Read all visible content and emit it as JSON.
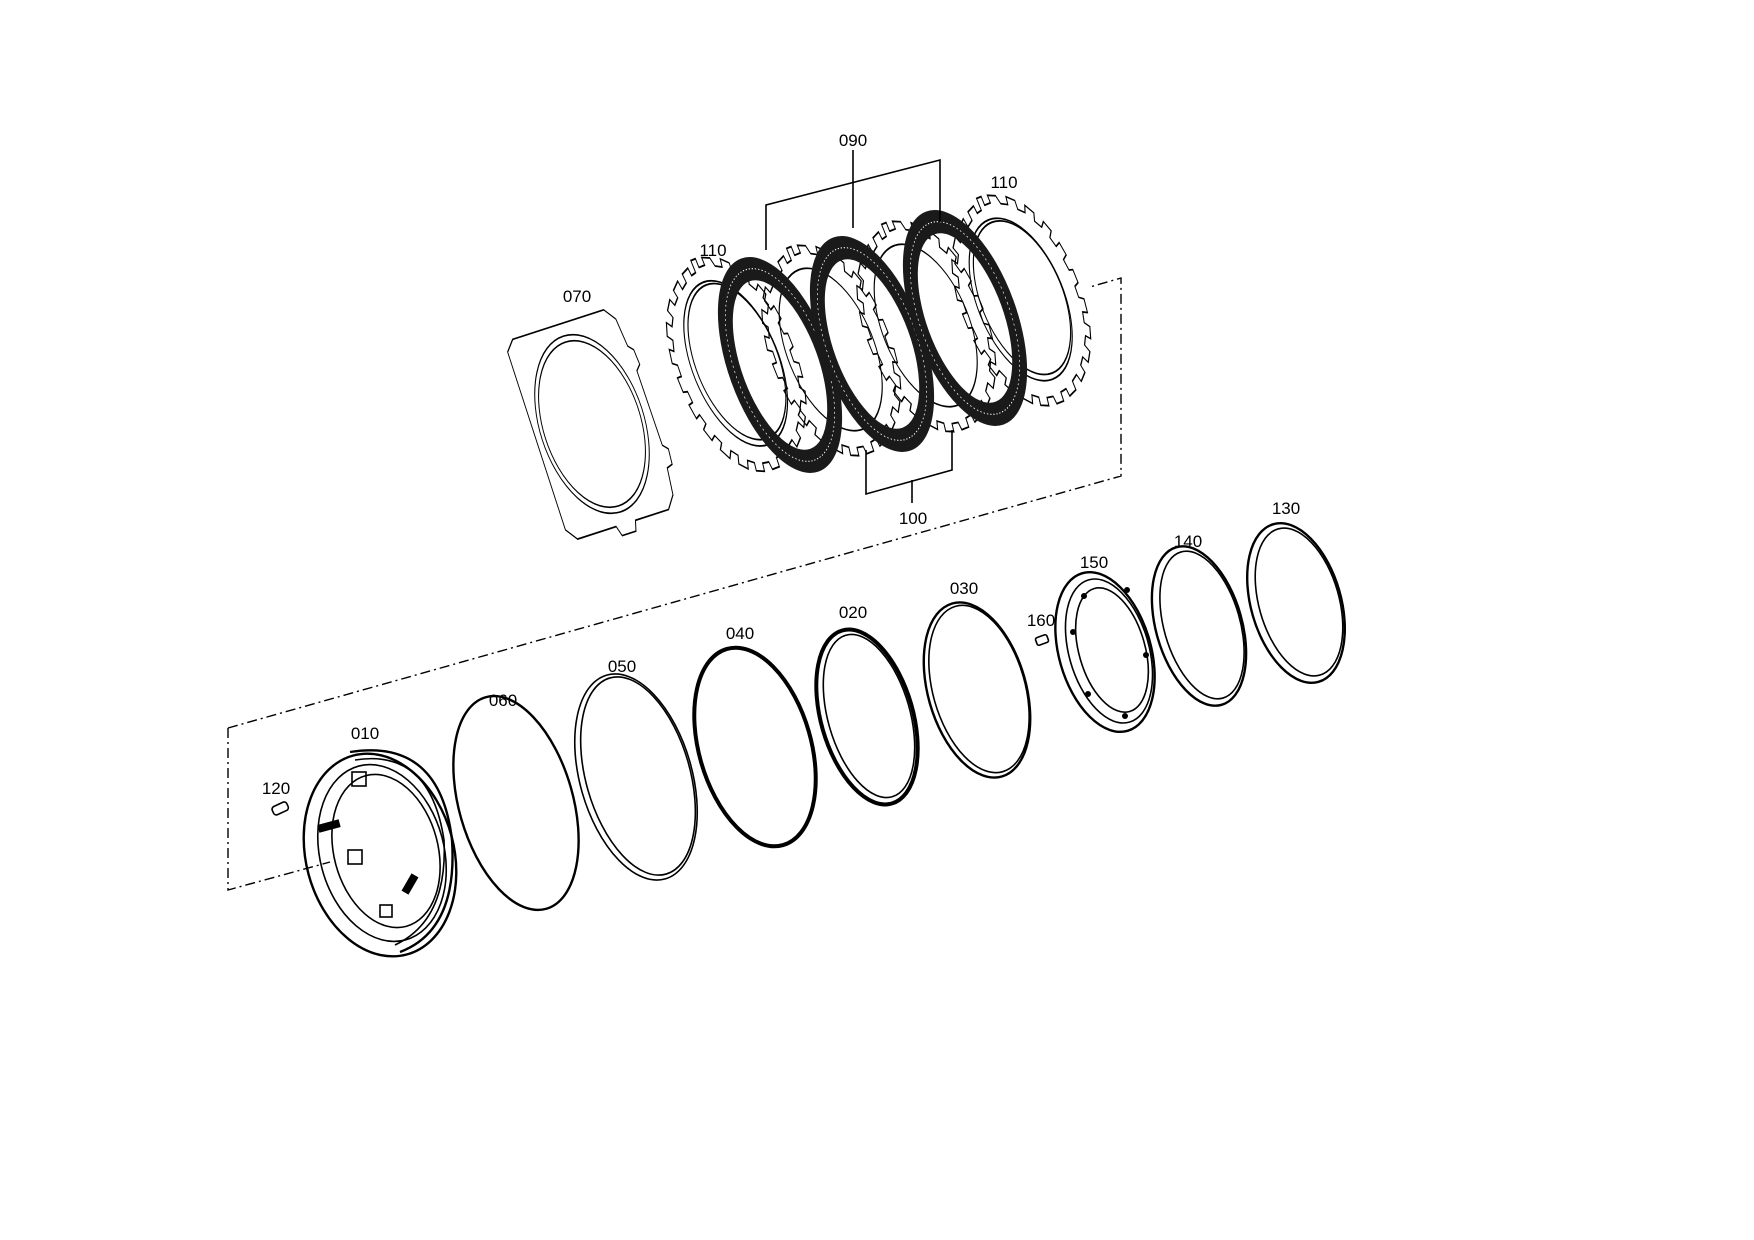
{
  "diagram": {
    "labels": {
      "p010": "010",
      "p020": "020",
      "p030": "030",
      "p040": "040",
      "p050": "050",
      "p060": "060",
      "p070": "070",
      "p090": "090",
      "p100": "100",
      "p110a": "110",
      "p110b": "110",
      "p120": "120",
      "p130": "130",
      "p140": "140",
      "p150": "150",
      "p160": "160"
    }
  }
}
